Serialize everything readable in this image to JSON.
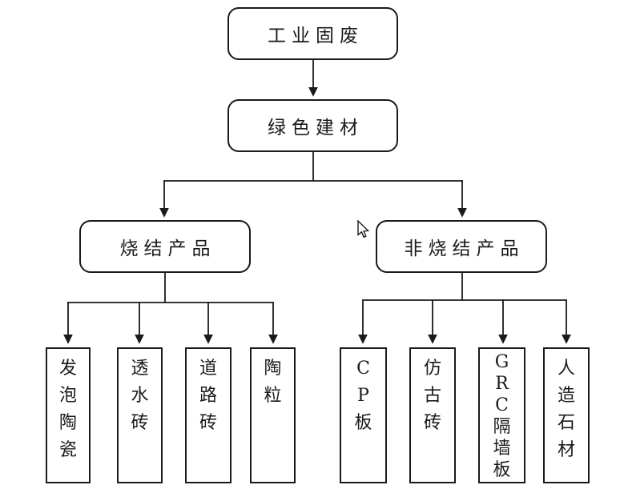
{
  "diagram": {
    "title": "industrial-solid-waste-green-building-materials-flowchart",
    "root": {
      "label": "工业固废"
    },
    "level2": {
      "label": "绿色建材"
    },
    "branches": [
      {
        "label": "烧结产品",
        "children": [
          {
            "label": "发泡陶瓷"
          },
          {
            "label": "透水砖"
          },
          {
            "label": "道路砖"
          },
          {
            "label": "陶粒"
          }
        ]
      },
      {
        "label": "非烧结产品",
        "children": [
          {
            "label": "CP板"
          },
          {
            "label": "仿古砖"
          },
          {
            "label": "GRC隔墙板"
          },
          {
            "label": "人造石材"
          }
        ]
      }
    ]
  },
  "cursor": {
    "type": "arrow-pointer"
  },
  "colors": {
    "background": "#ffffff",
    "line": "#1a1a1a",
    "text": "#1a1a1a",
    "box_fill": "#ffffff"
  }
}
